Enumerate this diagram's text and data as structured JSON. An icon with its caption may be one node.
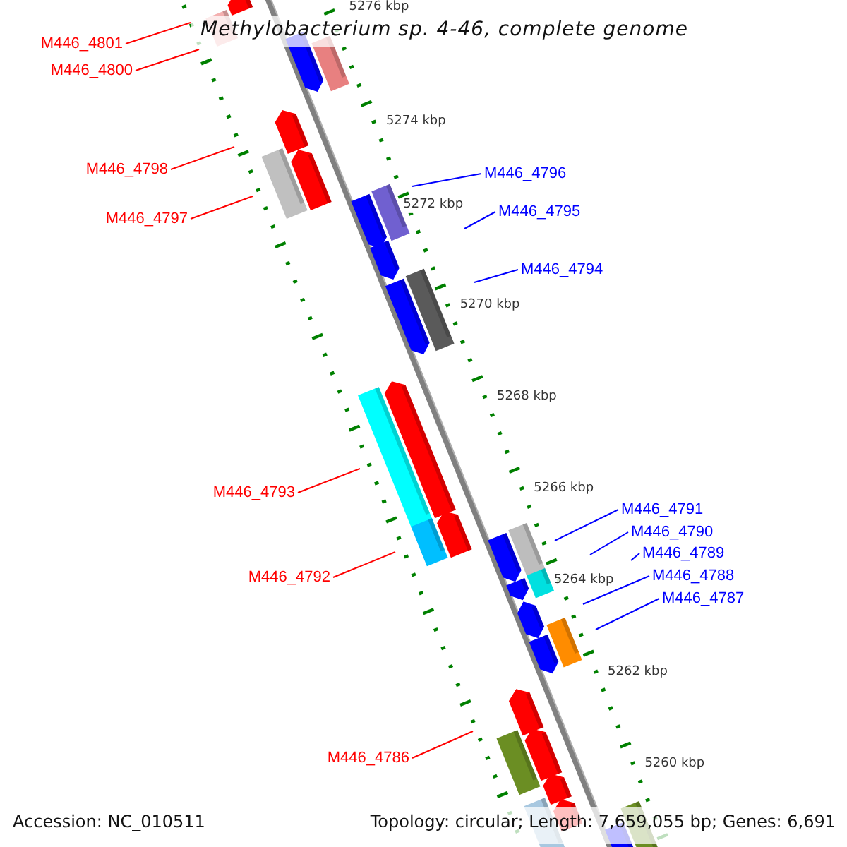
{
  "diagram": {
    "title": "Methylobacterium sp. 4-46, complete genome",
    "nodes": [
      {
        "text": [
          "M446_4801"
        ]
      },
      {
        "text": [
          "M446_4800"
        ]
      },
      {
        "text": [
          "M446_4798"
        ]
      },
      {
        "text": [
          "M446_4796"
        ]
      },
      {
        "text": [
          "M446_4795"
        ]
      },
      {
        "text": [
          "M446_4797"
        ]
      },
      {
        "text": [
          "M446_4794"
        ]
      },
      {
        "text": [
          "M446_4793"
        ]
      },
      {
        "text": [
          "M446_4791"
        ]
      },
      {
        "text": [
          "M446_4790"
        ]
      },
      {
        "text": [
          "M446_4789"
        ]
      },
      {
        "text": [
          "M446_4788"
        ]
      },
      {
        "text": [
          "M446_4792"
        ]
      },
      {
        "text": [
          "M446_4787"
        ]
      },
      {
        "text": [
          "M446_4786"
        ]
      }
    ],
    "edges": [
      {
        "from": 0,
        "to": null,
        "arrow": "none",
        "color": "#ff0000"
      },
      {
        "from": 1,
        "to": null,
        "arrow": "none",
        "color": "#ff0000"
      },
      {
        "from": 2,
        "to": null,
        "arrow": "none",
        "color": "#ff0000"
      },
      {
        "from": 3,
        "to": null,
        "arrow": "none"
      },
      {
        "from": 4,
        "to": null,
        "arrow": "none"
      },
      {
        "from": 5,
        "to": null,
        "arrow": "none",
        "color": "#ff0000"
      },
      {
        "from": 6,
        "to": null,
        "arrow": "none"
      },
      {
        "from": 7,
        "to": null,
        "arrow": "none",
        "color": "#ff0000"
      },
      {
        "from": 8,
        "to": null,
        "arrow": "none"
      },
      {
        "from": 9,
        "to": null,
        "arrow": "none"
      },
      {
        "from": 10,
        "to": null,
        "arrow": "none"
      },
      {
        "from": 11,
        "to": null,
        "arrow": "none"
      },
      {
        "from": 12,
        "to": null,
        "arrow": "none",
        "color": "#ff0000"
      },
      {
        "from": 13,
        "to": null,
        "arrow": "none"
      },
      {
        "from": 14,
        "to": null,
        "arrow": "none",
        "color": "#ff0000"
      }
    ],
    "labels": [
      "5276 kbp",
      "5274 kbp",
      "5272 kbp",
      "5270 kbp",
      "5268 kbp",
      "5266 kbp",
      "5264 kbp",
      "5262 kbp",
      "5260 kbp",
      "Accession: NC_010511",
      "Topology: circular; Length: 7,659,055 bp; Genes: 6,691"
    ]
  }
}
